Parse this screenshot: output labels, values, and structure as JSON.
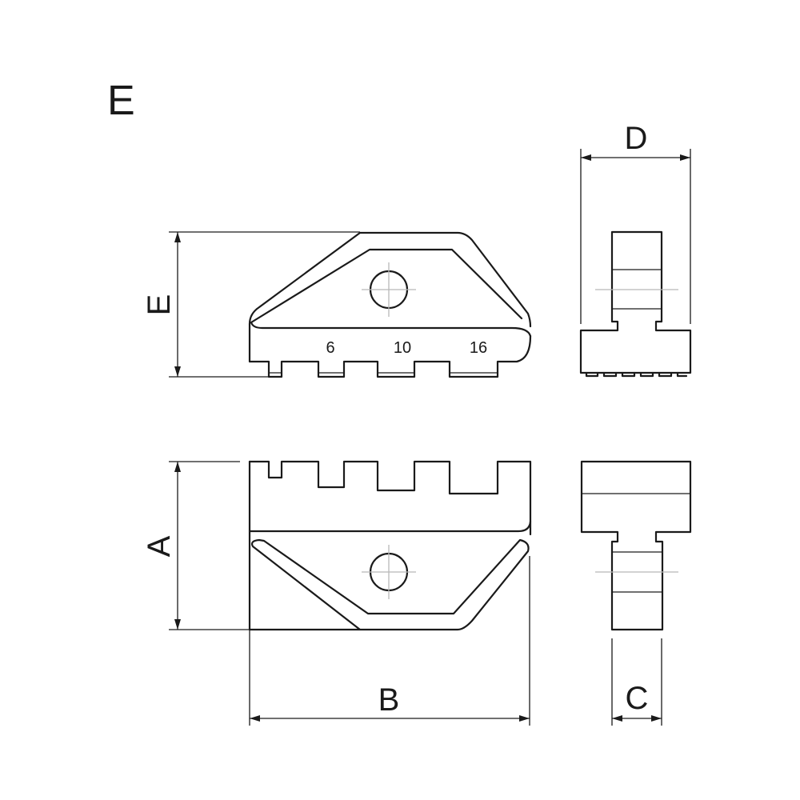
{
  "title_letter": "E",
  "dimensions": {
    "a": "A",
    "b": "B",
    "c": "C",
    "d": "D",
    "e": "E"
  },
  "crimp_sizes": [
    "6",
    "10",
    "16"
  ]
}
